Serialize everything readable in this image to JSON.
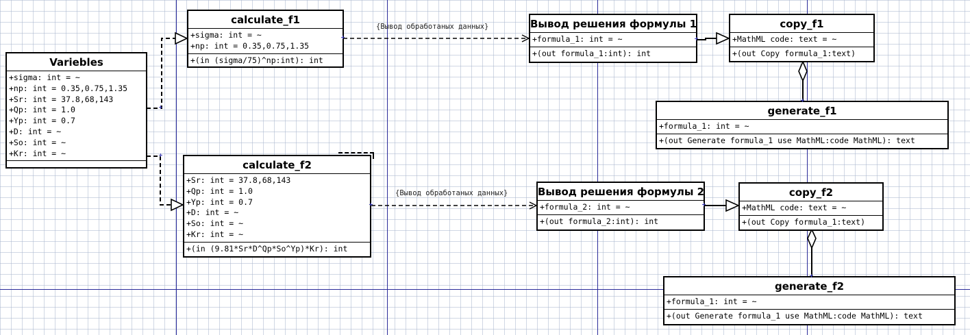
{
  "classes": {
    "varibles": {
      "name": "Varieblеs",
      "attributes": [
        "+sigma: int = ~",
        "+np: int = 0.35,0.75,1.35",
        "+Sr: int = 37.8,68,143",
        "+Qp: int = 1.0",
        "+Yp: int = 0.7",
        "+D: int = ~",
        "+So: int = ~",
        "+Kr: int = ~"
      ]
    },
    "calculate_f1": {
      "name": "calculate_f1",
      "attributes": [
        "+sigma: int = ~",
        "+np: int = 0.35,0.75,1.35"
      ],
      "operations": [
        "+(in (sigma/75)^np:int): int"
      ]
    },
    "calculate_f2": {
      "name": "calculate_f2",
      "attributes": [
        "+Sr: int = 37.8,68,143",
        "+Qp: int = 1.0",
        "+Yp: int = 0.7",
        "+D: int = ~",
        "+So: int = ~",
        "+Kr: int = ~"
      ],
      "operations": [
        "+(in (9.81*Sr*D^Qp*So^Yp)*Kr): int"
      ]
    },
    "output_f1": {
      "name": "Вывод решения формулы 1",
      "attributes": [
        "+formula_1: int = ~"
      ],
      "operations": [
        "+(out formula_1:int): int"
      ]
    },
    "output_f2": {
      "name": "Вывод решения формулы 2",
      "attributes": [
        "+formula_2: int = ~"
      ],
      "operations": [
        "+(out formula_2:int): int"
      ]
    },
    "copy_f1": {
      "name": "copy_f1",
      "attributes": [
        "+MathML code: text = ~"
      ],
      "operations": [
        "+(out Copy formula_1:text)"
      ]
    },
    "copy_f2": {
      "name": "copy_f2",
      "attributes": [
        "+MathML code: text = ~"
      ],
      "operations": [
        "+(out Copy formula_1:text)"
      ]
    },
    "generate_f1": {
      "name": "generate_f1",
      "attributes": [
        "+formula_1: int = ~"
      ],
      "operations": [
        "+(out Generate formula_1 use MathML:code MathML): text"
      ]
    },
    "generate_f2": {
      "name": "generate_f2",
      "attributes": [
        "+formula_1: int = ~"
      ],
      "operations": [
        "+(out Generate formula_1 use MathML:code MathML): text"
      ]
    }
  },
  "edges": {
    "dep_f1_label": "{Вывод обработаных данных}",
    "dep_f2_label": "{Вывод обработаных данных}"
  },
  "colors": {
    "guide_line": "#2b2b9a",
    "grid": "#aab6cd",
    "handle": "#3b3bb5",
    "box_border": "#000000"
  }
}
